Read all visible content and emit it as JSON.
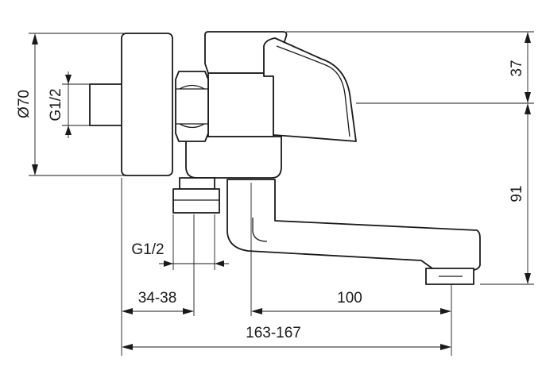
{
  "drawing": {
    "dimensions": {
      "diameter": "Ø70",
      "thread_inlet": "G1/2",
      "thread_outlet": "G1/2",
      "height_top": "37",
      "height_bottom": "91",
      "offset": "34-38",
      "spout_reach": "100",
      "total_depth": "163-167"
    }
  }
}
